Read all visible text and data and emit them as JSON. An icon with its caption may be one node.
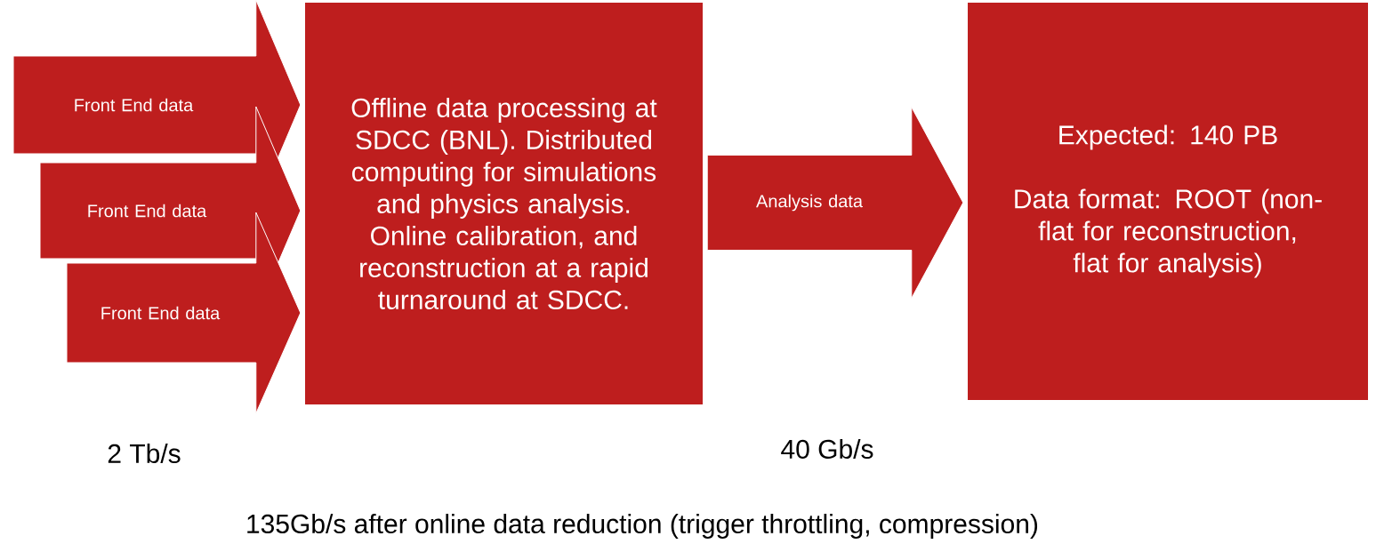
{
  "diagram": {
    "nodes": [
      {
        "text": [
          "Offline data processing at SDCC (BNL). Distributed computing for simulations and physics analysis. Online calibration, and reconstruction at a rapid turnaround at SDCC."
        ]
      },
      {
        "text": [
          "Expected: 140 PB",
          "Data format: ROOT (non-flat for reconstruction, flat for analysis)"
        ]
      }
    ],
    "edges": [
      {
        "from": null,
        "to": 0,
        "arrow": "to",
        "label": "Front End data"
      },
      {
        "from": null,
        "to": 0,
        "arrow": "to",
        "label": "Front End data"
      },
      {
        "from": null,
        "to": 0,
        "arrow": "to",
        "label": "Front End data"
      },
      {
        "from": 0,
        "to": 1,
        "arrow": "to",
        "label": "Analysis data"
      }
    ],
    "labels": [
      "2 Tb/s",
      "40 Gb/s",
      "135Gb/s after online data reduction (trigger throttling, compression)"
    ]
  }
}
